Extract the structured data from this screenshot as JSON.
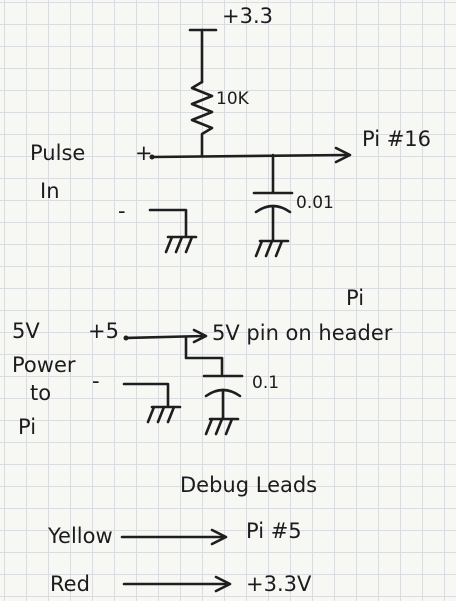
{
  "labels": {
    "supply": "+3.3",
    "resistor": "10K",
    "pulse": "Pulse",
    "in": "In",
    "plus1": "+",
    "minus1": "-",
    "pi16": "Pi #16",
    "cap1": "0.01",
    "pi_word": "Pi",
    "fivev": "5V",
    "plus5": "+5",
    "fivev_pin": "5V pin on header",
    "power": "Power",
    "to": "to",
    "pi_left": "Pi",
    "minus2": "-",
    "cap2": "0.1",
    "debug": "Debug Leads",
    "yellow": "Yellow",
    "pi5": "Pi #5",
    "red": "Red",
    "v33": "+3.3V"
  }
}
